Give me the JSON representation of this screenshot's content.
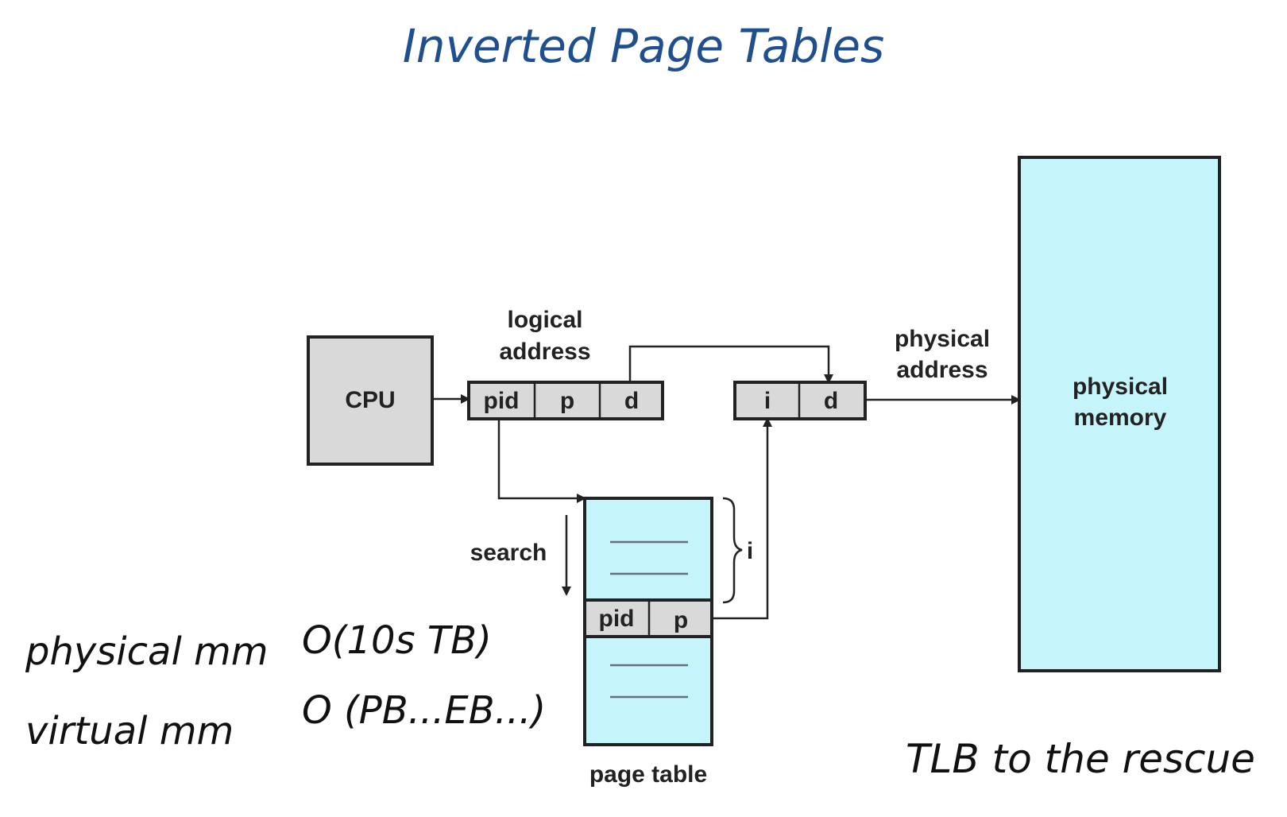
{
  "title": "Inverted Page Tables",
  "cpu_label": "CPU",
  "logical_address": {
    "label_line1": "logical",
    "label_line2": "address",
    "fields": [
      "pid",
      "p",
      "d"
    ]
  },
  "physical_address": {
    "label_line1": "physical",
    "label_line2": "address",
    "fields": [
      "i",
      "d"
    ]
  },
  "physical_memory": {
    "label_line1": "physical",
    "label_line2": "memory"
  },
  "page_table": {
    "label": "page table",
    "match_fields": [
      "pid",
      "p"
    ],
    "index_label": "i"
  },
  "search_label": "search",
  "notes": {
    "physical_line": {
      "left": "physical mm",
      "right": "O(10s TB)"
    },
    "virtual_line": {
      "left": "virtual mm",
      "right": "O (PB...EB...)"
    },
    "tlb": "TLB to the rescue"
  },
  "colors": {
    "title_ink": "#1f4f8f",
    "note_ink": "#111111",
    "register_fill": "#d9d9d9",
    "memory_fill": "#c6f4fb"
  }
}
